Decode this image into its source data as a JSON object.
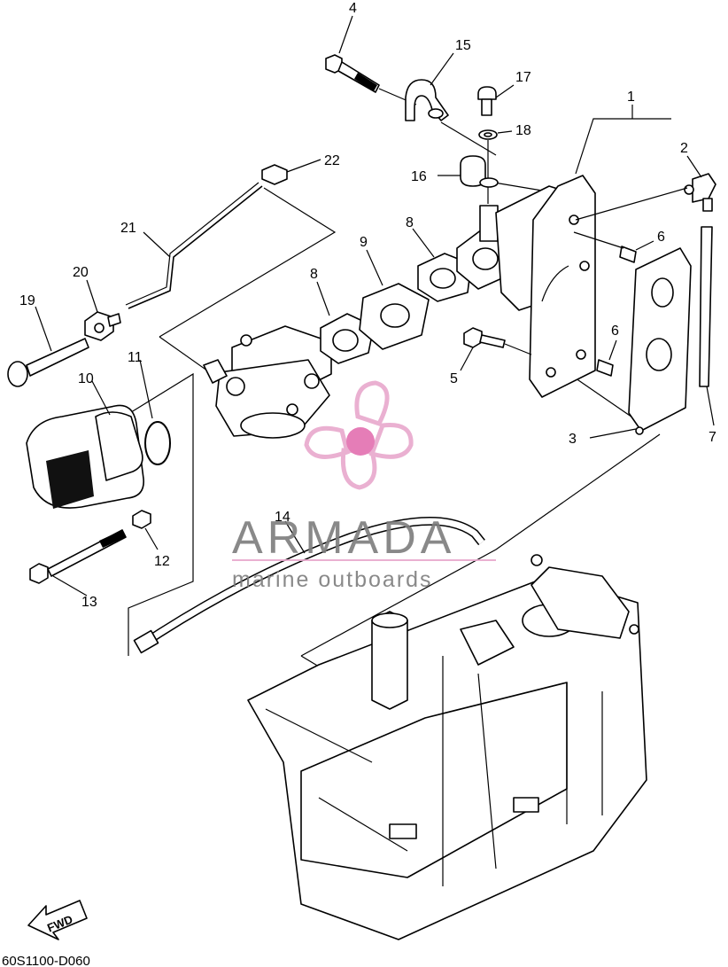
{
  "callouts": [
    "1",
    "2",
    "3",
    "4",
    "5",
    "6",
    "6",
    "7",
    "8",
    "8",
    "9",
    "10",
    "11",
    "12",
    "13",
    "14",
    "15",
    "16",
    "17",
    "18",
    "19",
    "20",
    "21",
    "22"
  ],
  "watermark": {
    "brand": "ARMADA",
    "tagline": "marine outboards",
    "colors": {
      "text": "#7d7d7d",
      "accent": "#e8a8cd",
      "dot": "#e36fb0"
    }
  },
  "diagram_code": "60S1100-D060",
  "direction_label": "FWD"
}
